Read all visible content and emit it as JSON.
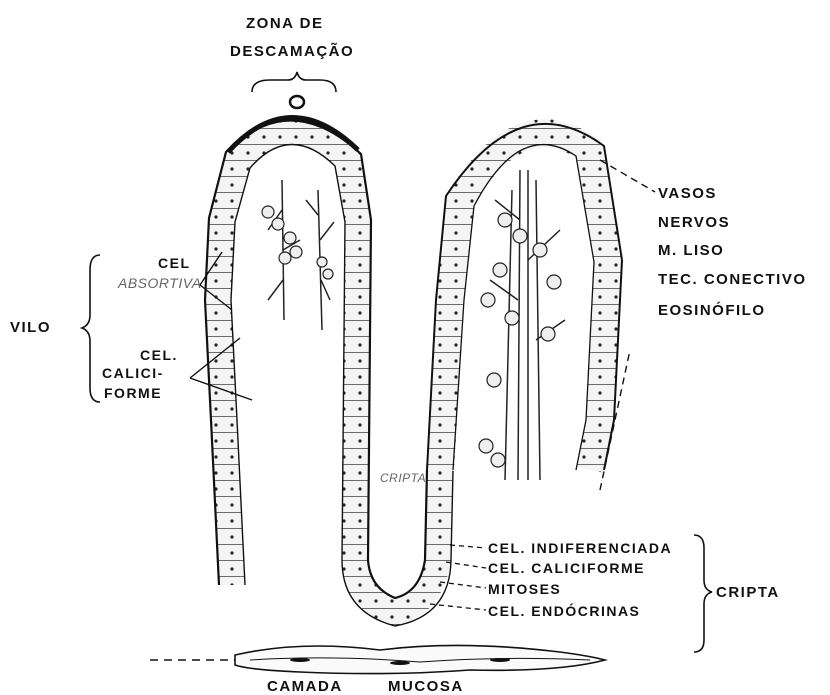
{
  "top": {
    "zona_line1": "ZONA DE",
    "zona_line2": "DESCAMAÇÃO"
  },
  "left": {
    "vilo": "VILO",
    "cel_absortiva_line1": "CEL",
    "cel_absortiva_line2": "ABSORTIVA",
    "cel_caliciforme_line1": "CEL.",
    "cel_caliciforme_line2": "CALICI-",
    "cel_caliciforme_line3": "FORME"
  },
  "right": {
    "vasos": "VASOS",
    "nervos": "NERVOS",
    "m_liso": "M. LISO",
    "tec_conectivo": "TEC. CONECTIVO",
    "eosinofilo": "EOSINÓFILO"
  },
  "center": {
    "cripta_inner": "CRIPTA"
  },
  "crypt": {
    "indiferenciada": "CEL. INDIFERENCIADA",
    "caliciforme": "CEL. CALICIFORME",
    "mitoses": "MITOSES",
    "endocrinas": "CEL. ENDÓCRINAS",
    "cripta": "CRIPTA"
  },
  "bottom": {
    "camada": "CAMADA",
    "mucosa": "MUCOSA"
  }
}
